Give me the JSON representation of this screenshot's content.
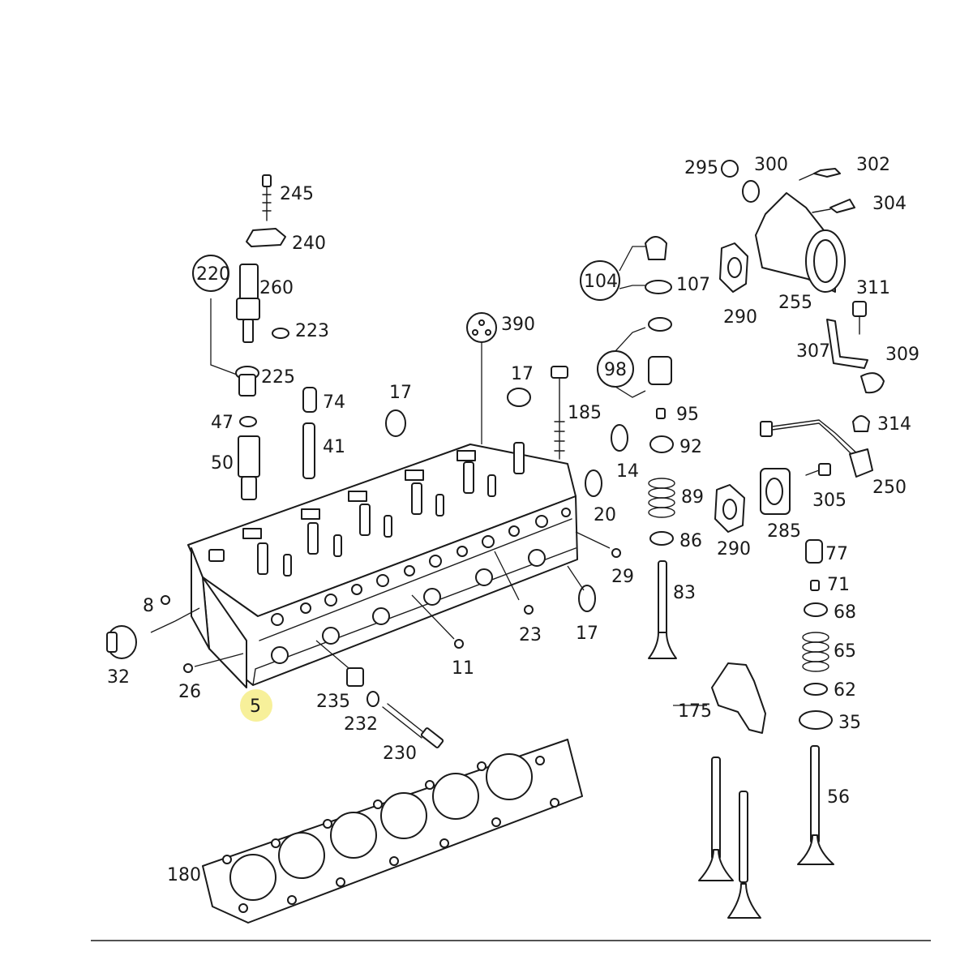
{
  "diagram": {
    "highlight_color": "#f7f09a",
    "line_color": "#1a1a1a",
    "highlighted_part": "5",
    "parts": {
      "p5": "5",
      "p8": "8",
      "p11": "11",
      "p14": "14",
      "p17a": "17",
      "p17b": "17",
      "p17c": "17",
      "p20": "20",
      "p23": "23",
      "p26": "26",
      "p29": "29",
      "p32": "32",
      "p35": "35",
      "p41": "41",
      "p47": "47",
      "p50": "50",
      "p56": "56",
      "p62": "62",
      "p65": "65",
      "p68": "68",
      "p71": "71",
      "p74": "74",
      "p77": "77",
      "p83": "83",
      "p86": "86",
      "p89": "89",
      "p92": "92",
      "p95": "95",
      "p98": "98",
      "p104": "104",
      "p107": "107",
      "p175": "175",
      "p180": "180",
      "p185": "185",
      "p220": "220",
      "p223": "223",
      "p225": "225",
      "p230": "230",
      "p232": "232",
      "p235": "235",
      "p240": "240",
      "p245": "245",
      "p250": "250",
      "p255": "255",
      "p260": "260",
      "p285": "285",
      "p290a": "290",
      "p290b": "290",
      "p295": "295",
      "p300": "300",
      "p302": "302",
      "p304": "304",
      "p305": "305",
      "p307": "307",
      "p309": "309",
      "p311": "311",
      "p314": "314",
      "p390": "390"
    }
  }
}
